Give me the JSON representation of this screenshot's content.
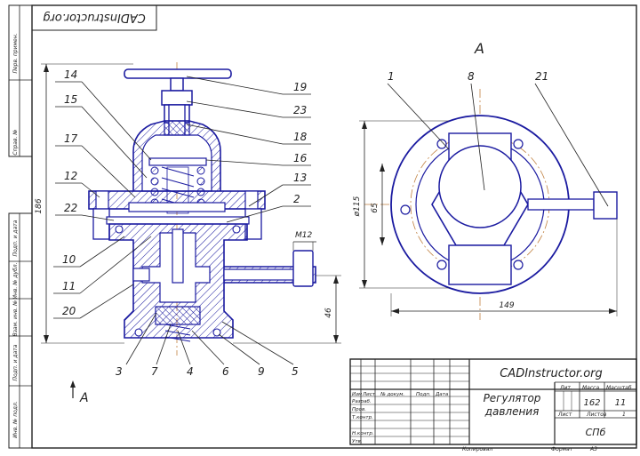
{
  "site_stamp": "CADInstructor.org",
  "view_label": "A",
  "section_arrow_label": "A",
  "callouts_left": {
    "c14": "14",
    "c15": "15",
    "c17": "17",
    "c12": "12",
    "c22": "22",
    "c10": "10",
    "c11": "11",
    "c20": "20"
  },
  "callouts_right": {
    "c19": "19",
    "c23": "23",
    "c18": "18",
    "c16": "16",
    "c13": "13",
    "c2": "2"
  },
  "callouts_bottom": {
    "c3": "3",
    "c7": "7",
    "c4": "4",
    "c6": "6",
    "c9": "9",
    "c5": "5"
  },
  "callouts_view": {
    "c1": "1",
    "c8": "8",
    "c21": "21"
  },
  "dimensions": {
    "height_total": "186",
    "thread": "M12",
    "height_lower": "46",
    "diameter": "ø115",
    "inner": "65",
    "width": "149"
  },
  "side_strip": {
    "s1": "Перв. примен.",
    "s2": "Справ. №",
    "s3": "Подп. и дата",
    "s4": "Инв. № дубл.",
    "s5": "Взам. инв. №",
    "s6": "Подп. и дата",
    "s7": "Инв. № подл."
  },
  "title_block": {
    "site": "CADInstructor.org",
    "name_line1": "Регулятор",
    "name_line2": "давления",
    "h_izm": "Изм",
    "h_list": "Лист",
    "h_doc": "№ докум.",
    "h_sign": "Подп.",
    "h_date": "Дата",
    "r_razrab": "Разраб.",
    "r_prov": "Пров.",
    "r_tkontr": "Т.контр.",
    "r_nkontr": "Н.контр.",
    "r_utv": "Утв.",
    "h_lit": "Лит.",
    "h_mass": "Масса",
    "h_scale": "Масштаб",
    "mass": "162",
    "scale": "11",
    "sheet": "Лист",
    "sheets": "Листов",
    "sheets_val": "1",
    "org": "СПб"
  },
  "footer": {
    "copied": "Копировал",
    "format": "Формат",
    "format_val": "A3"
  }
}
